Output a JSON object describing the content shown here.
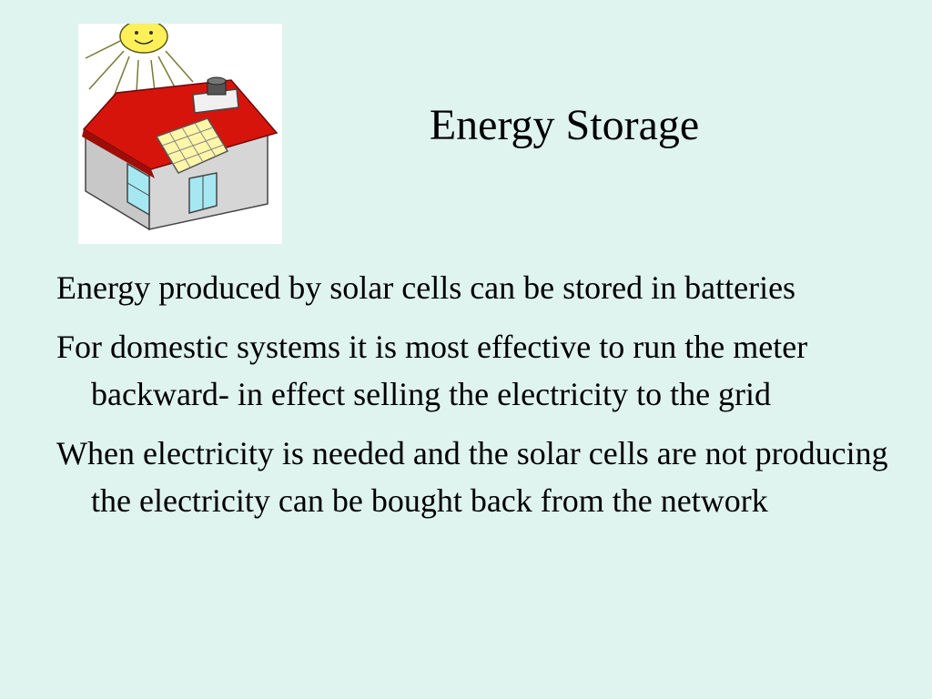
{
  "slide": {
    "title": "Energy Storage",
    "illustration_icon": "solar-house-icon",
    "bullets": [
      {
        "text": "Energy produced by solar cells can be stored in batteries"
      },
      {
        "text": "For domestic systems it is most effective to run the meter backward- in effect selling the electricity to the grid"
      },
      {
        "text": "When electricity is needed and the solar cells are not producing the electricity can be bought back from the network"
      }
    ]
  },
  "colors": {
    "background": "#dff4ee",
    "roof": "#d7140c",
    "panel": "#fff6a8",
    "sun": "#fff05a",
    "window": "#a6e8f2",
    "wall": "#c8c8c8"
  }
}
